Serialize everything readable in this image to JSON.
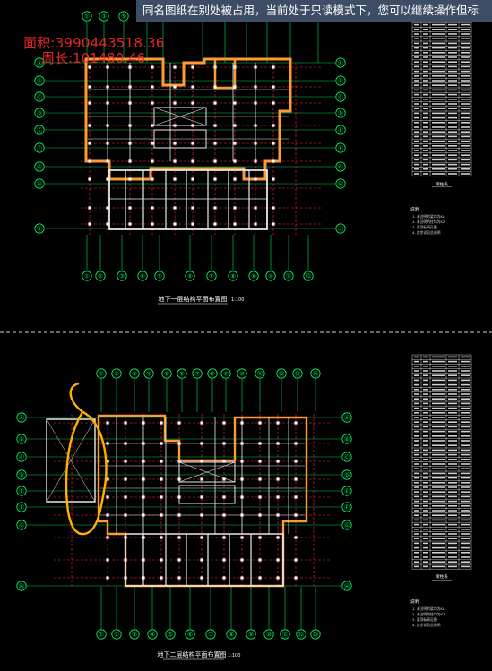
{
  "banner": {
    "message": "同名图纸在别处被占用，当前处于只读模式下，您可以继续操作但标"
  },
  "measure": {
    "area_text": "面积:3990443518.36",
    "perimeter_text": "周长:101480.46"
  },
  "colors": {
    "background": "#000000",
    "banner": "#3d4d66",
    "measure_text": "#ff2a2a",
    "axis_green": "#00ff66",
    "wall_orange": "#ff9933",
    "red_dash": "#ff2a2a",
    "wall_white": "#e8e8e8",
    "markup_ring": "#ffb000"
  },
  "plan_top": {
    "title": "地下一层结构平面布置图",
    "scale": "1:100",
    "top_axes": [
      "①",
      "③",
      "⑤",
      "⑦",
      "⑨",
      "⑪",
      "⑬",
      "⑮",
      "⑰",
      "⑲",
      "㉑"
    ],
    "bottom_axes": [
      "①",
      "②",
      "③",
      "④",
      "⑤",
      "⑥",
      "⑦",
      "⑧",
      "⑨",
      "⑩",
      "⑪",
      "⑫"
    ],
    "left_axes": [
      "Ⓐ",
      "Ⓑ",
      "Ⓒ",
      "Ⓓ",
      "Ⓔ",
      "Ⓕ",
      "Ⓖ",
      "Ⓗ",
      "Ⓙ"
    ]
  },
  "plan_bottom": {
    "title": "地下二层结构平面布置图",
    "scale": "1:100",
    "top_axes": [
      "①",
      "②",
      "③",
      "④",
      "⑤",
      "⑥",
      "⑦",
      "⑧",
      "⑨",
      "⑩",
      "⑪",
      "⑫",
      "⑬",
      "⑭"
    ],
    "bottom_axes": [
      "①",
      "②",
      "③",
      "④",
      "⑤",
      "⑥",
      "⑦",
      "⑧",
      "⑨",
      "⑩",
      "⑪",
      "⑫",
      "⑬"
    ],
    "left_axes": [
      "Ⓐ",
      "Ⓑ",
      "Ⓒ",
      "Ⓓ",
      "Ⓔ",
      "Ⓕ",
      "Ⓖ",
      "Ⓗ"
    ]
  },
  "legend_top": {
    "caption": "梁柱表",
    "note_title": "说明",
    "note_lines": [
      "1. 未注明的梁均为KL",
      "2. 未注明的柱均为KZ",
      "3. 梁顶标高见图",
      "4. 其余详见总说明"
    ]
  },
  "legend_bottom": {
    "caption": "梁柱表",
    "note_title": "说明",
    "note_lines": [
      "1. 未注明的梁均为KL",
      "2. 未注明的柱均为KZ",
      "3. 梁顶标高见图",
      "4. 其余详见总说明"
    ]
  }
}
